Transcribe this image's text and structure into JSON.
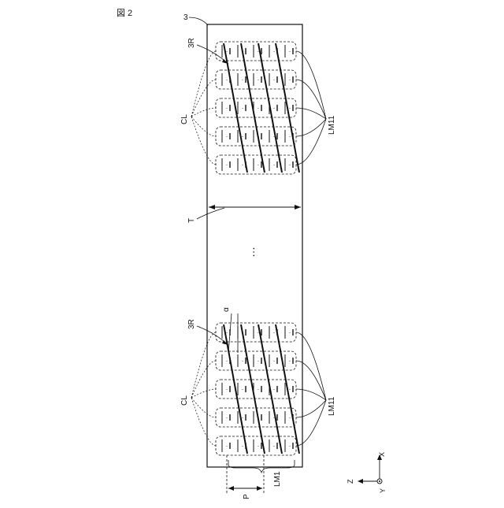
{
  "figure": {
    "label": "図 2"
  },
  "labels": {
    "member": "3",
    "region": "3R",
    "cl": "CL",
    "lm11": "LM11",
    "t": "T",
    "alpha": "α",
    "p": "P",
    "lm1": "LM1",
    "ellipsis": "…"
  },
  "axes": {
    "x": "X",
    "z": "Z",
    "y": "Y"
  }
}
